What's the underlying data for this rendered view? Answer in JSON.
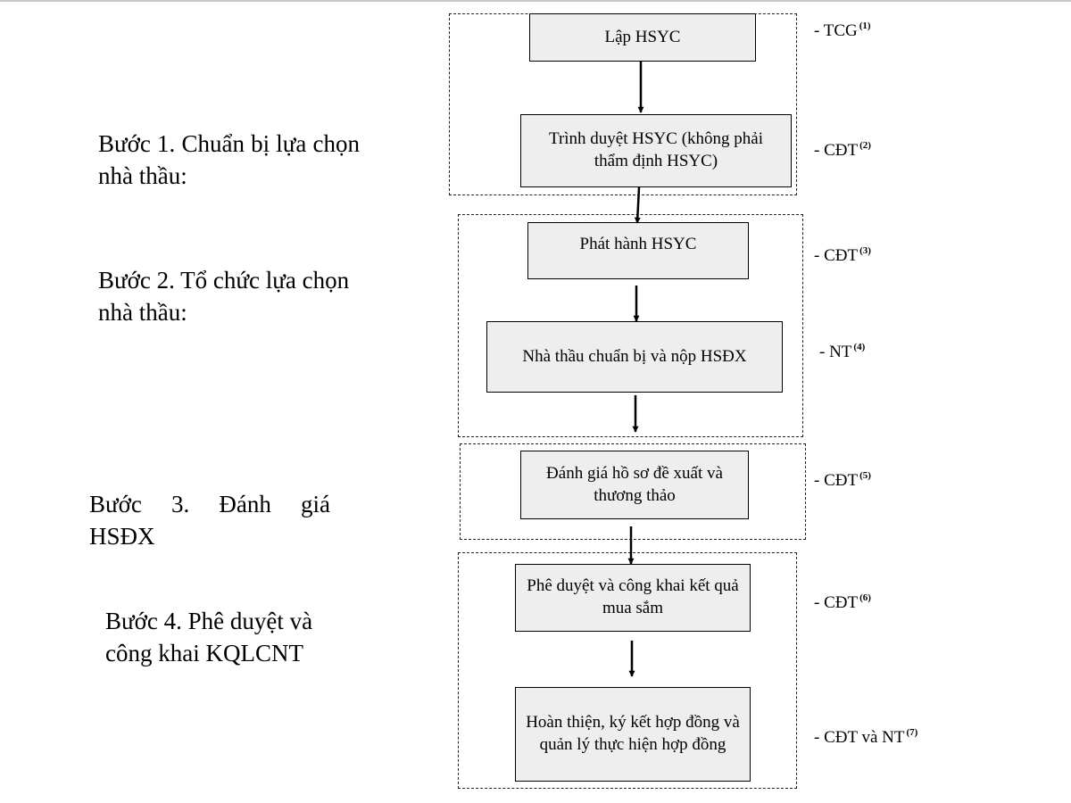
{
  "steps": [
    {
      "label": "Bước 1. Chuẩn bị lựa chọn nhà thầu:"
    },
    {
      "label": "Bước 2. Tổ chức lựa chọn nhà thầu:"
    },
    {
      "label": "Bước 3. Đánh giá HSĐX"
    },
    {
      "label": "Bước 4. Phê duyệt và công khai KQLCNT"
    }
  ],
  "boxes": [
    {
      "text": "Lập HSYC"
    },
    {
      "text": "Trình duyệt HSYC (không phải thẩm định HSYC)"
    },
    {
      "text": "Phát hành HSYC"
    },
    {
      "text": "Nhà thầu chuẩn bị và nộp HSĐX"
    },
    {
      "text": "Đánh giá hồ sơ đề xuất và thương thảo"
    },
    {
      "text": "Phê duyệt và công khai kết quả mua sắm"
    },
    {
      "text": "Hoàn thiện, ký kết hợp đồng và quản lý thực hiện hợp đồng"
    }
  ],
  "actors": [
    {
      "label": "- TCG",
      "note": "(1)"
    },
    {
      "label": "- CĐT",
      "note": "(2)"
    },
    {
      "label": "- CĐT",
      "note": "(3)"
    },
    {
      "label": "- NT",
      "note": "(4)"
    },
    {
      "label": "- CĐT",
      "note": "(5)"
    },
    {
      "label": "- CĐT",
      "note": "(6)"
    },
    {
      "label": "- CĐT và NT",
      "note": "(7)"
    }
  ]
}
